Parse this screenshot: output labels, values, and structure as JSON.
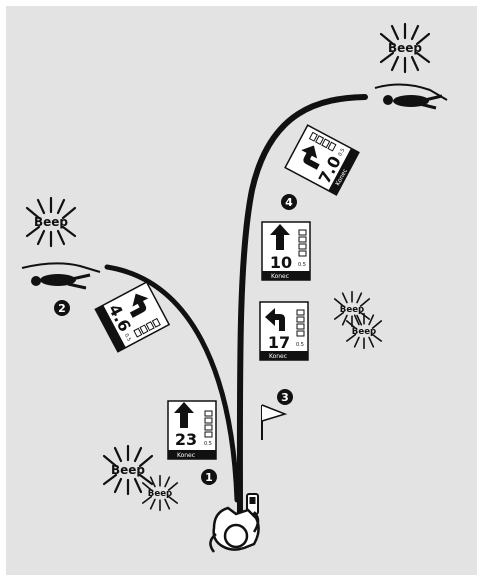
{
  "beep_label": "Beep",
  "devices": [
    {
      "number": "23",
      "footer": "Konec",
      "arrow": "straight",
      "scale": "0.5"
    },
    {
      "number": "10",
      "footer": "Konec",
      "arrow": "straight",
      "scale": "0.5"
    },
    {
      "number": "17",
      "footer": "Konec",
      "arrow": "left",
      "scale": "0.5"
    },
    {
      "number": "4.6",
      "footer": "",
      "arrow": "left",
      "scale": "0.5"
    },
    {
      "number": "7.0",
      "footer": "Konec",
      "arrow": "right",
      "scale": "0.5"
    }
  ],
  "markers": [
    "1",
    "2",
    "3",
    "4"
  ],
  "colors": {
    "background": "#e3e3e3",
    "ink": "#111111",
    "screen": "#ffffff"
  }
}
